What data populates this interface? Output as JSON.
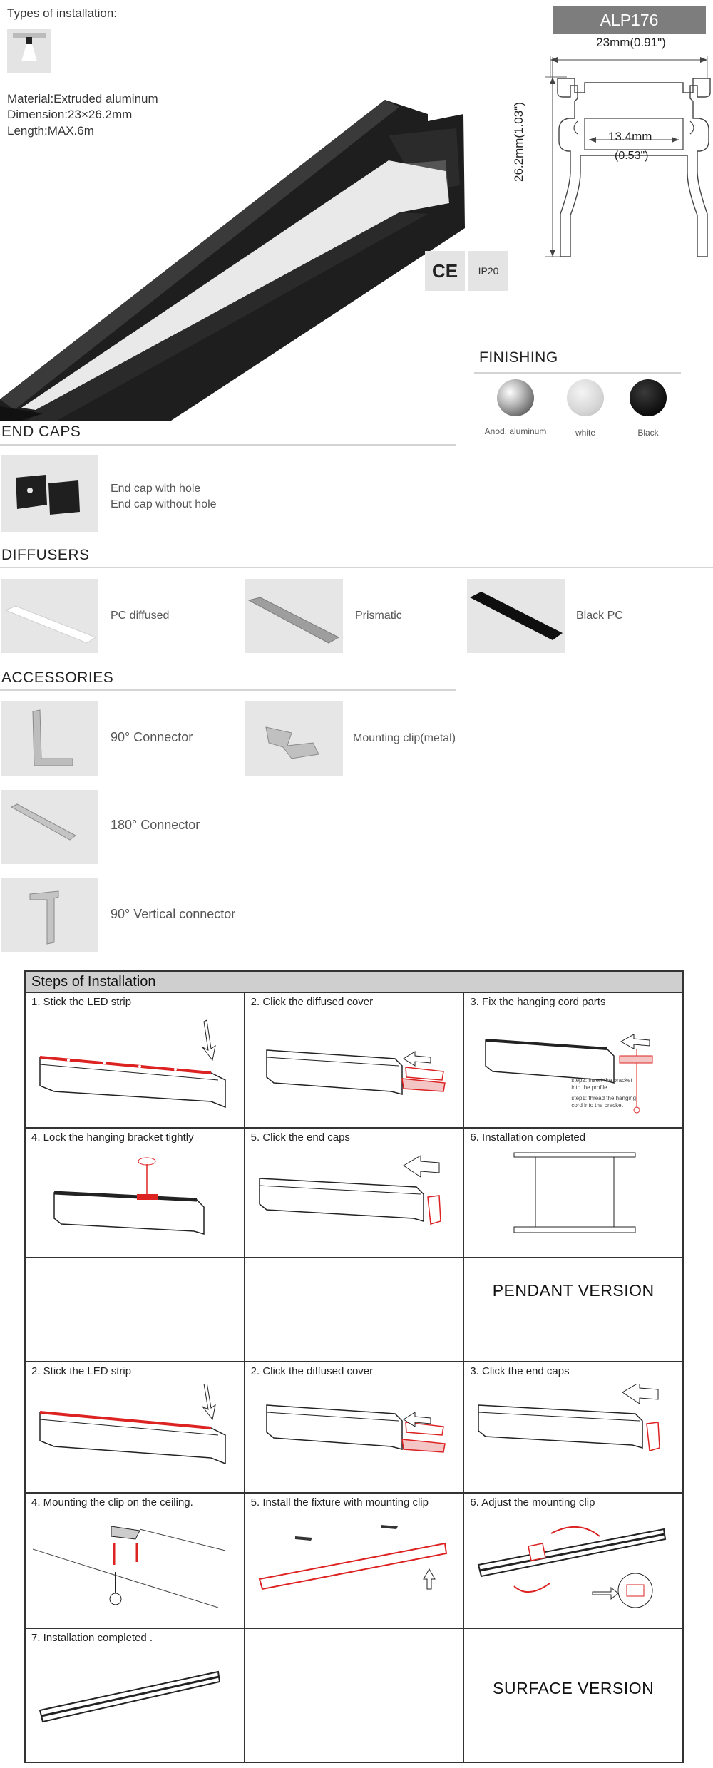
{
  "header": {
    "types_label": "Types of installation:",
    "model": "ALP176"
  },
  "specs": {
    "material": "Material:Extruded aluminum",
    "dimension": "Dimension:23×26.2mm",
    "length": "Length:MAX.6m"
  },
  "dimensions": {
    "width": "23mm(0.91\")",
    "height": "26.2mm(1.03\")",
    "inner_mm": "13.4mm",
    "inner_in": "(0.53\")"
  },
  "certs": {
    "ce": "CE",
    "ip": "IP20"
  },
  "finishing": {
    "title": "FINISHING",
    "items": [
      {
        "label": "Anod. aluminum",
        "color": "#9a9a9a"
      },
      {
        "label": "white",
        "color": "#d9d9d9"
      },
      {
        "label": "Black",
        "color": "#111111"
      }
    ]
  },
  "end_caps": {
    "title": "END CAPS",
    "line1": "End cap with hole",
    "line2": "End cap without hole"
  },
  "diffusers": {
    "title": "DIFFUSERS",
    "items": [
      "PC diffused",
      "Prismatic",
      "Black PC"
    ]
  },
  "accessories": {
    "title": "ACCESSORIES",
    "items": [
      "90° Connector",
      "Mounting clip(metal)",
      "180° Connector",
      "90° Vertical connector"
    ]
  },
  "steps": {
    "title": "Steps of Installation",
    "pendant": [
      "1.  Stick the LED strip",
      "2. Click the diffused cover",
      "3. Fix the hanging cord parts",
      "4.    Lock the hanging bracket tightly",
      "5.    Click the end caps",
      "6.    Installation completed"
    ],
    "pendant_notes": {
      "step2": "step2: insert the bracket into the profile",
      "step1": "step1: thread the hanging cord into the bracket"
    },
    "pendant_label": "PENDANT VERSION",
    "surface": [
      "2. Stick the LED strip",
      "2. Click the diffused cover",
      "3.     Click the end caps",
      "4.    Mounting the clip on the ceiling.",
      "5.    Install the fixture with mounting clip",
      "6.    Adjust the mounting clip",
      "7. Installation completed ."
    ],
    "surface_label": "SURFACE VERSION"
  }
}
